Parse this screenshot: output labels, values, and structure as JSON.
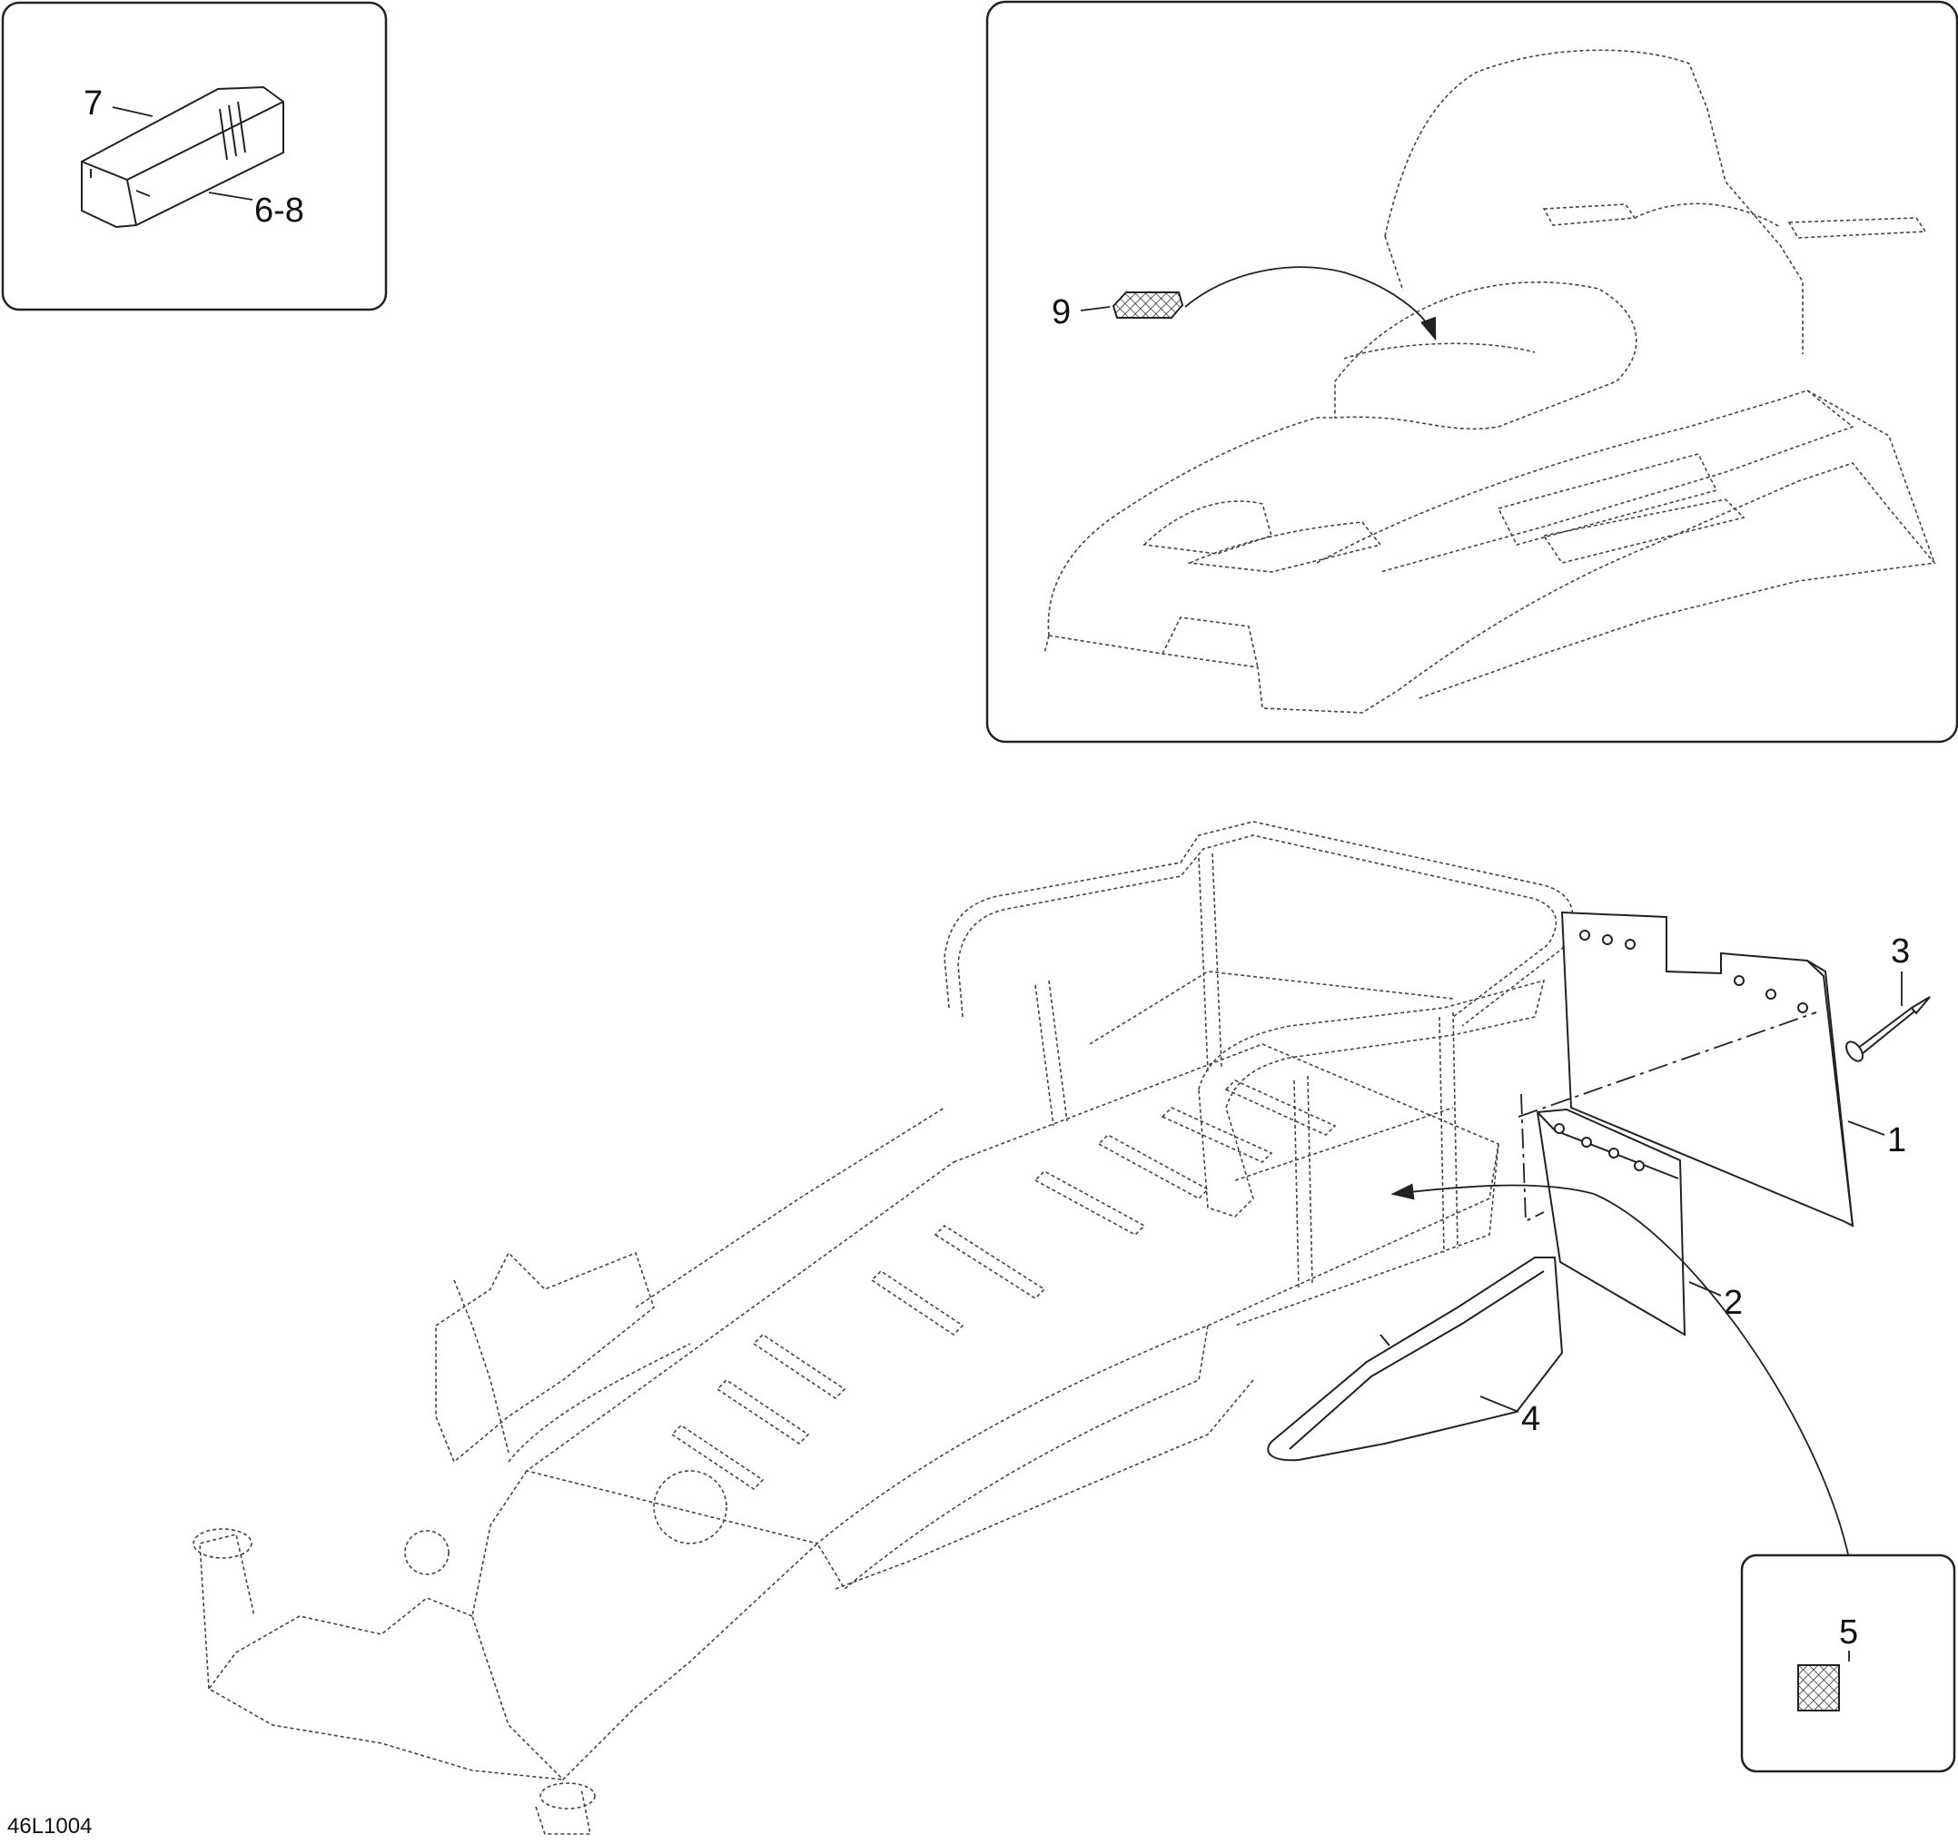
{
  "figure_code": "46L1004",
  "callouts": {
    "c1": "1",
    "c2": "2",
    "c3": "3",
    "c4": "4",
    "c5": "5",
    "c6_8": "6-8",
    "c7": "7",
    "c9": "9"
  },
  "colors": {
    "line": "#222222",
    "dashed_line": "#444444",
    "background": "#ffffff"
  }
}
